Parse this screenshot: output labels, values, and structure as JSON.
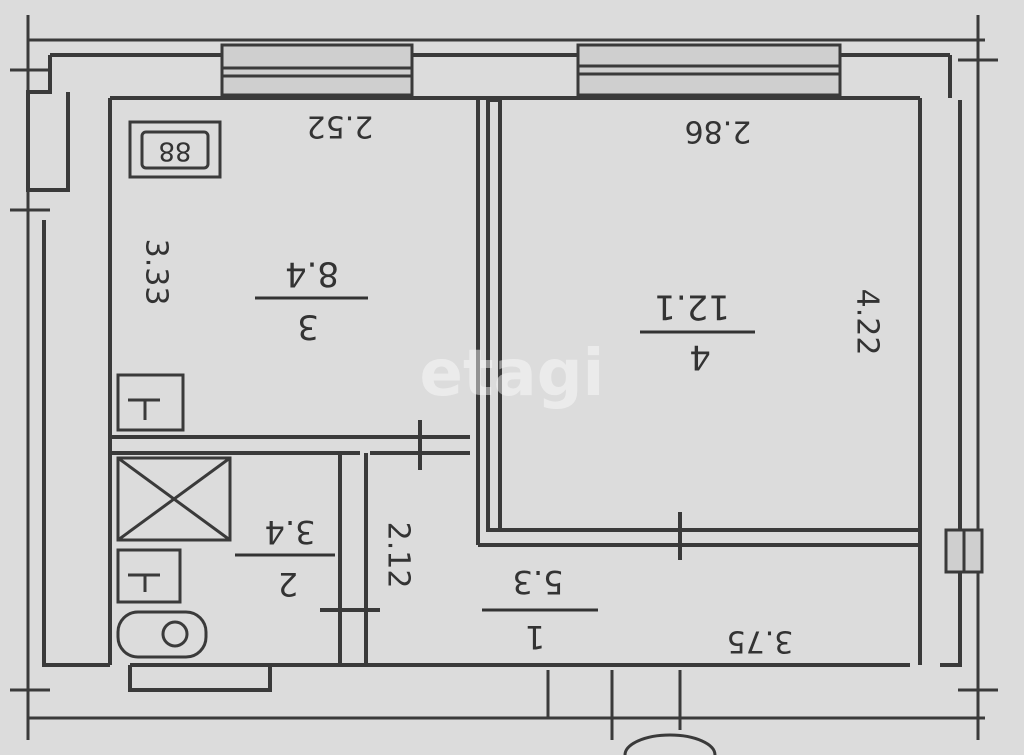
{
  "plan": {
    "rooms": [
      {
        "id": "room-1",
        "number": "1",
        "area": "5.3",
        "dim": "3.75"
      },
      {
        "id": "room-2",
        "number": "2",
        "area": "3.4",
        "dim": "2.12"
      },
      {
        "id": "room-3",
        "number": "3",
        "area": "8.4",
        "dim_top": "2.52",
        "dim_side": "3.33"
      },
      {
        "id": "room-4",
        "number": "4",
        "area": "12.1",
        "dim_top": "2.86",
        "dim_side": "4.22"
      }
    ],
    "stove_label": "88",
    "watermark": "etagi"
  },
  "colors": {
    "background": "#dcdcdc",
    "wall": "#3a3a3a",
    "text": "#333333"
  }
}
